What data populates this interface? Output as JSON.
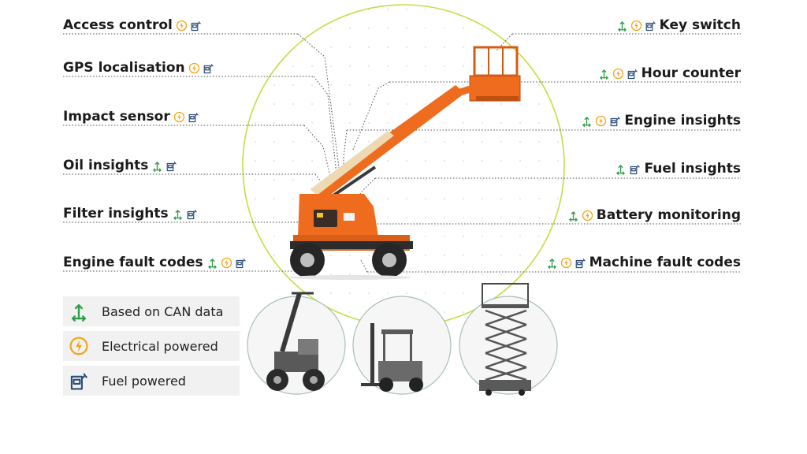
{
  "features_left": [
    {
      "label": "Access control",
      "icons": [
        "electrical-icon",
        "fuel-icon"
      ]
    },
    {
      "label": "GPS localisation",
      "icons": [
        "electrical-icon",
        "fuel-icon"
      ]
    },
    {
      "label": "Impact sensor",
      "icons": [
        "electrical-icon",
        "fuel-icon"
      ]
    },
    {
      "label": "Oil insights",
      "icons": [
        "can-data-icon",
        "fuel-icon"
      ]
    },
    {
      "label": "Filter insights",
      "icons": [
        "can-data-icon",
        "fuel-icon"
      ]
    },
    {
      "label": "Engine fault codes",
      "icons": [
        "can-data-icon",
        "electrical-icon",
        "fuel-icon"
      ]
    }
  ],
  "features_right": [
    {
      "label": "Key switch",
      "icons": [
        "can-data-icon",
        "electrical-icon",
        "fuel-icon"
      ]
    },
    {
      "label": "Hour counter",
      "icons": [
        "can-data-icon",
        "electrical-icon",
        "fuel-icon"
      ]
    },
    {
      "label": "Engine insights",
      "icons": [
        "can-data-icon",
        "electrical-icon",
        "fuel-icon"
      ]
    },
    {
      "label": "Fuel insights",
      "icons": [
        "can-data-icon",
        "fuel-icon"
      ]
    },
    {
      "label": "Battery monitoring",
      "icons": [
        "can-data-icon",
        "electrical-icon"
      ]
    },
    {
      "label": "Machine fault codes",
      "icons": [
        "can-data-icon",
        "electrical-icon",
        "fuel-icon"
      ]
    }
  ],
  "legend": [
    {
      "icon": "can-data-icon",
      "label": "Based on CAN data"
    },
    {
      "icon": "electrical-icon",
      "label": "Electrical powered"
    },
    {
      "icon": "fuel-icon",
      "label": "Fuel powered"
    }
  ],
  "colors": {
    "can_green": "#2e9e48",
    "electrical_orange": "#f2a516",
    "fuel_navy": "#2a4b7c",
    "machine_orange": "#ef6c1f",
    "ring_lime": "#c3df46",
    "text_dark": "#1b1b1b"
  },
  "machines": [
    "telehandler-icon",
    "forklift-icon",
    "scissor-lift-icon"
  ]
}
